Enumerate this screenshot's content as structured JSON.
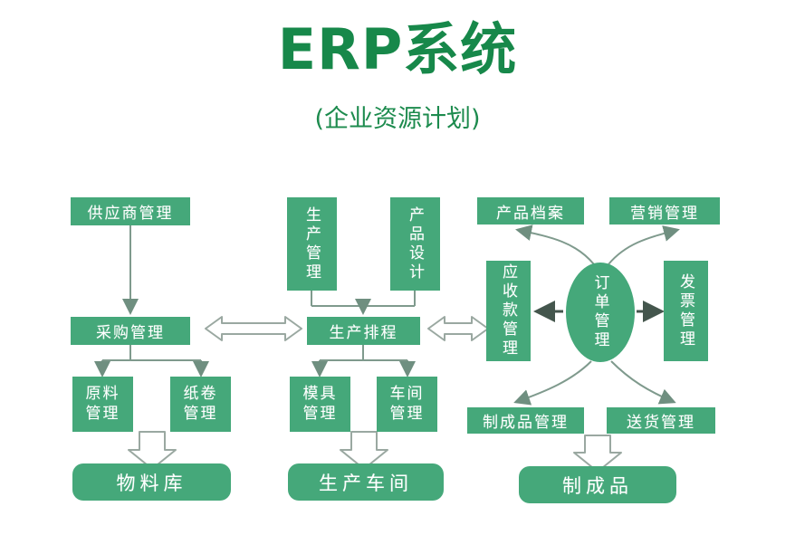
{
  "header": {
    "title": "ERP系统",
    "subtitle": "(企业资源计划)",
    "title_color": "#17884a",
    "subtitle_color": "#1d8b4e"
  },
  "theme": {
    "node_fill": "#45a87a",
    "node_text": "#ffffff",
    "connector_stroke": "#8a9a93",
    "hollow_arrow_fill": "#ffffff",
    "page_background": "#ffffff"
  },
  "nodes": {
    "supplier_mgmt": "供应商管理",
    "purchase_mgmt": "采购管理",
    "raw_material_mgmt": "原料\n管理",
    "paper_roll_mgmt": "纸卷\n管理",
    "material_warehouse": "物料库",
    "production_mgmt": "生产管理",
    "product_design": "产品设计",
    "production_schedule": "生产排程",
    "mold_mgmt": "模具\n管理",
    "workshop_mgmt": "车间\n管理",
    "production_workshop": "生产车间",
    "product_archive": "产品档案",
    "marketing_mgmt": "营销管理",
    "receivables_mgmt": "应收款管理",
    "order_mgmt": "订单管理",
    "invoice_mgmt": "发票管理",
    "finished_goods_mgmt": "制成品管理",
    "delivery_mgmt": "送货管理",
    "finished_goods": "制成品"
  },
  "connectors": {
    "supplier_to_purchase": "arrow-down",
    "purchase_to_raw_material": "arrow-down-branch",
    "purchase_to_paper_roll": "arrow-down-branch",
    "materials_to_warehouse": "hollow-arrow-down",
    "purchase_to_schedule": "hollow-arrow-double-horizontal",
    "production_to_schedule": "arrow-down-merge",
    "design_to_schedule": "arrow-down-merge",
    "schedule_to_mold": "arrow-down-branch",
    "schedule_to_workshop": "arrow-down-branch",
    "workshops_to_production_workshop": "hollow-arrow-down",
    "schedule_to_receivables": "hollow-arrow-double-horizontal",
    "order_to_receivables": "arrow-left",
    "order_to_invoice": "arrow-right",
    "order_to_archive_marketing": "curved-double-arrow-up",
    "order_to_finished_delivery": "curved-double-arrow-down",
    "finished_mgmt_to_finished_goods": "hollow-arrow-down"
  }
}
